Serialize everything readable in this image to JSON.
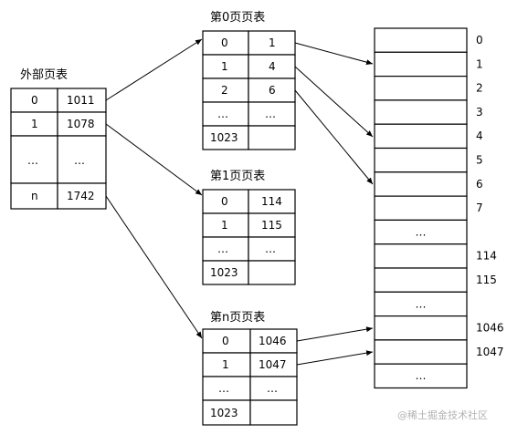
{
  "outer_table": {
    "title": "外部页表",
    "rows": [
      [
        "0",
        "1011"
      ],
      [
        "1",
        "1078"
      ],
      [
        "…",
        "…"
      ],
      [
        "n",
        "1742"
      ]
    ]
  },
  "page_tables": [
    {
      "title": "第0页页表",
      "rows": [
        [
          "0",
          "1"
        ],
        [
          "1",
          "4"
        ],
        [
          "2",
          "6"
        ],
        [
          "…",
          "…"
        ],
        [
          "1023",
          ""
        ]
      ]
    },
    {
      "title": "第1页页表",
      "rows": [
        [
          "0",
          "114"
        ],
        [
          "1",
          "115"
        ],
        [
          "…",
          "…"
        ],
        [
          "1023",
          ""
        ]
      ]
    },
    {
      "title": "第n页页表",
      "rows": [
        [
          "0",
          "1046"
        ],
        [
          "1",
          "1047"
        ],
        [
          "…",
          "…"
        ],
        [
          "1023",
          ""
        ]
      ]
    }
  ],
  "memory": {
    "frames": [
      "0",
      "1",
      "2",
      "3",
      "4",
      "5",
      "6",
      "7",
      "",
      "114",
      "115",
      "",
      "1046",
      "1047",
      ""
    ],
    "cell_text": [
      "",
      "",
      "",
      "",
      "",
      "",
      "",
      "",
      "…",
      "",
      "",
      "…",
      "",
      "",
      "…"
    ]
  },
  "watermark": "@稀土掘金技术社区"
}
